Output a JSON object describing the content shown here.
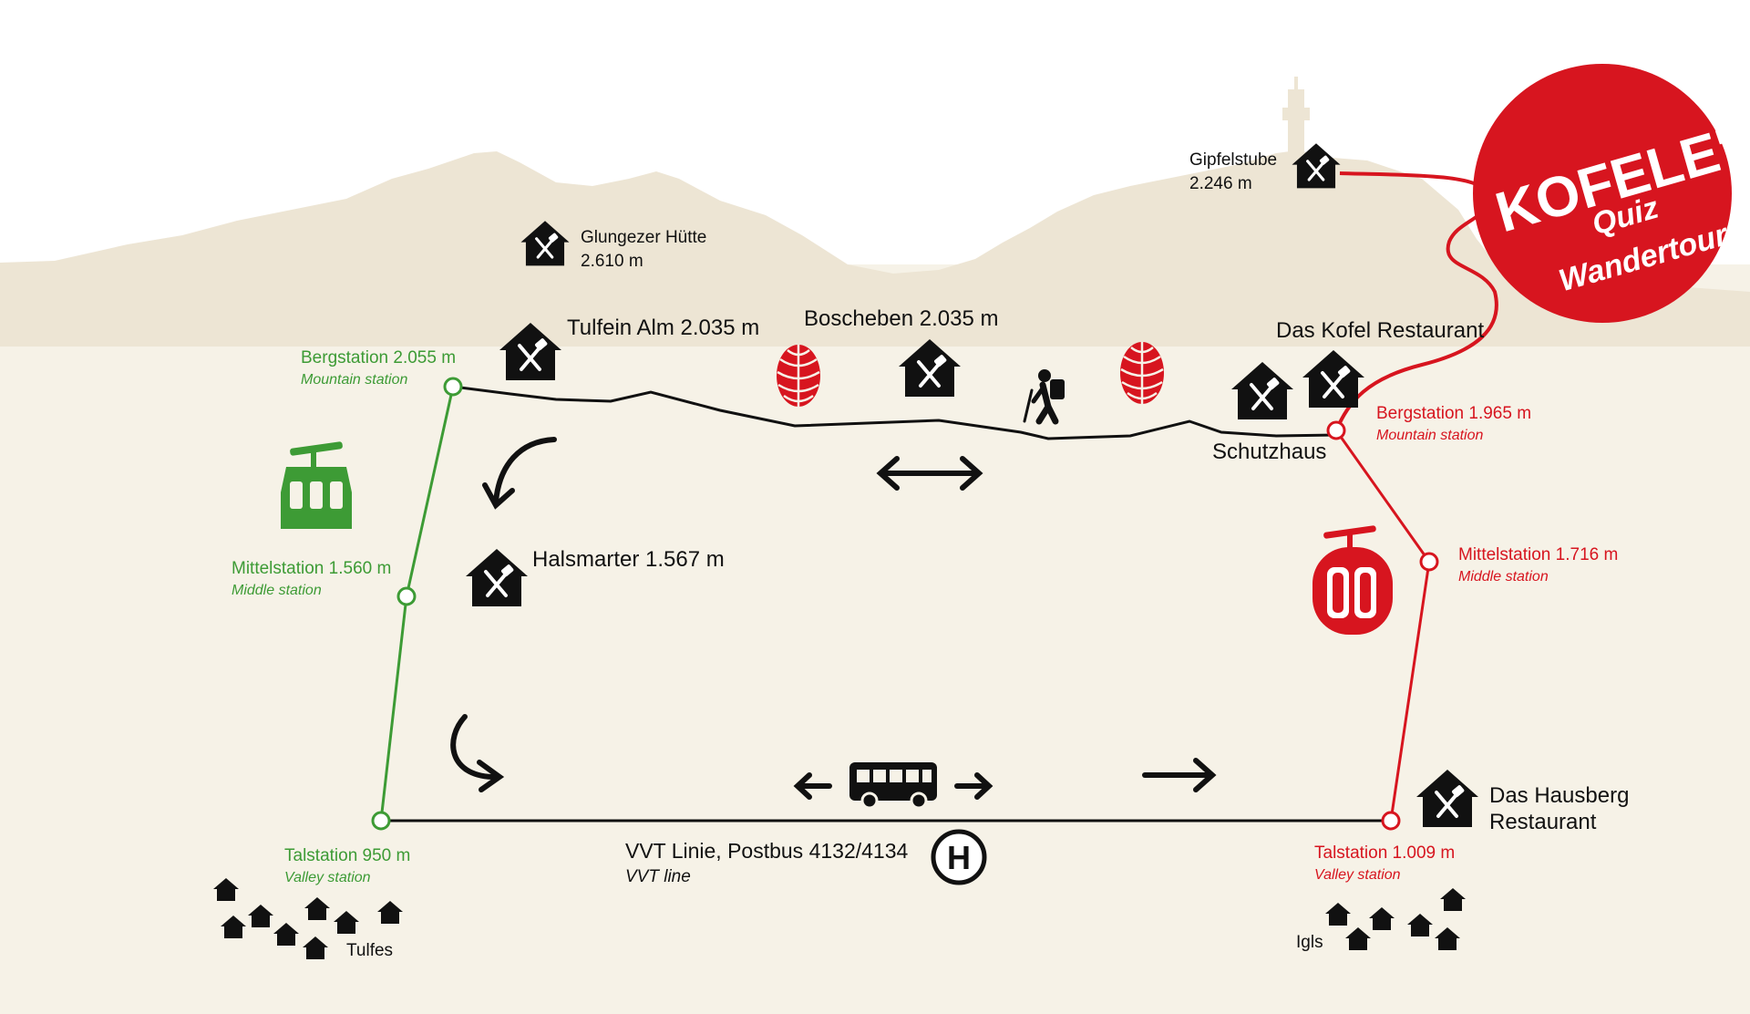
{
  "colors": {
    "background": "#f6f2e7",
    "sky": "#ffffff",
    "mountain": "#ede5d4",
    "green": "#3d9b35",
    "red": "#d7151f",
    "black": "#111111"
  },
  "logo": {
    "line1": "KOFELE'S",
    "line2": "Quiz",
    "line3": "Wandertour"
  },
  "huts": {
    "gipfelstube": {
      "name": "Gipfelstube",
      "elevation": "2.246 m"
    },
    "glungezer": {
      "name": "Glungezer Hütte",
      "elevation": "2.610 m"
    },
    "tulfein": {
      "label": "Tulfein Alm 2.035 m"
    },
    "boscheben": {
      "label": "Boscheben 2.035 m"
    },
    "kofel": {
      "label": "Das Kofel Restaurant"
    },
    "schutzhaus": {
      "label": "Schutzhaus"
    },
    "halsmarter": {
      "label": "Halsmarter 1.567 m"
    },
    "hausberg": {
      "line1": "Das Hausberg",
      "line2": "Restaurant"
    }
  },
  "green_lift": {
    "top": {
      "label": "Bergstation 2.055 m",
      "sub": "Mountain station"
    },
    "middle": {
      "label": "Mittelstation 1.560 m",
      "sub": "Middle station"
    },
    "bottom": {
      "label": "Talstation 950 m",
      "sub": "Valley station"
    }
  },
  "red_lift": {
    "top": {
      "label": "Bergstation 1.965 m",
      "sub": "Mountain station"
    },
    "middle": {
      "label": "Mittelstation 1.716 m",
      "sub": "Middle station"
    },
    "bottom": {
      "label": "Talstation 1.009 m",
      "sub": "Valley station"
    }
  },
  "bus": {
    "label": "VVT Linie, Postbus 4132/4134",
    "sub": "VVT line",
    "stop_symbol": "H"
  },
  "villages": {
    "left": "Tulfes",
    "right": "Igls"
  },
  "icons": [
    "restaurant-hut-icon",
    "gondola-icon",
    "hiker-icon",
    "pine-cone-icon",
    "bus-icon",
    "bus-stop-icon",
    "house-icon",
    "arrow-icon"
  ]
}
